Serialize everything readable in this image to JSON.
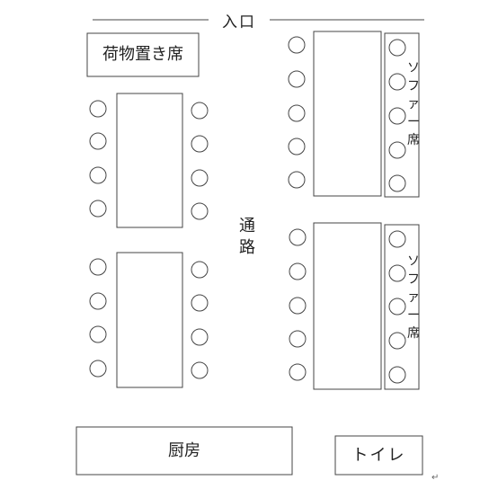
{
  "labels": {
    "entrance": "入口",
    "luggage_seat": "荷物置き席",
    "aisle": "通\n路",
    "sofa_seat_1": "ソ\nフ\nァ\nー\n席",
    "sofa_seat_2": "ソ\nフ\nァ\nー\n席",
    "kitchen": "厨房",
    "toilet": "トイレ",
    "return_mark": "↵"
  },
  "colors": {
    "line": "#444444",
    "background": "#ffffff"
  }
}
